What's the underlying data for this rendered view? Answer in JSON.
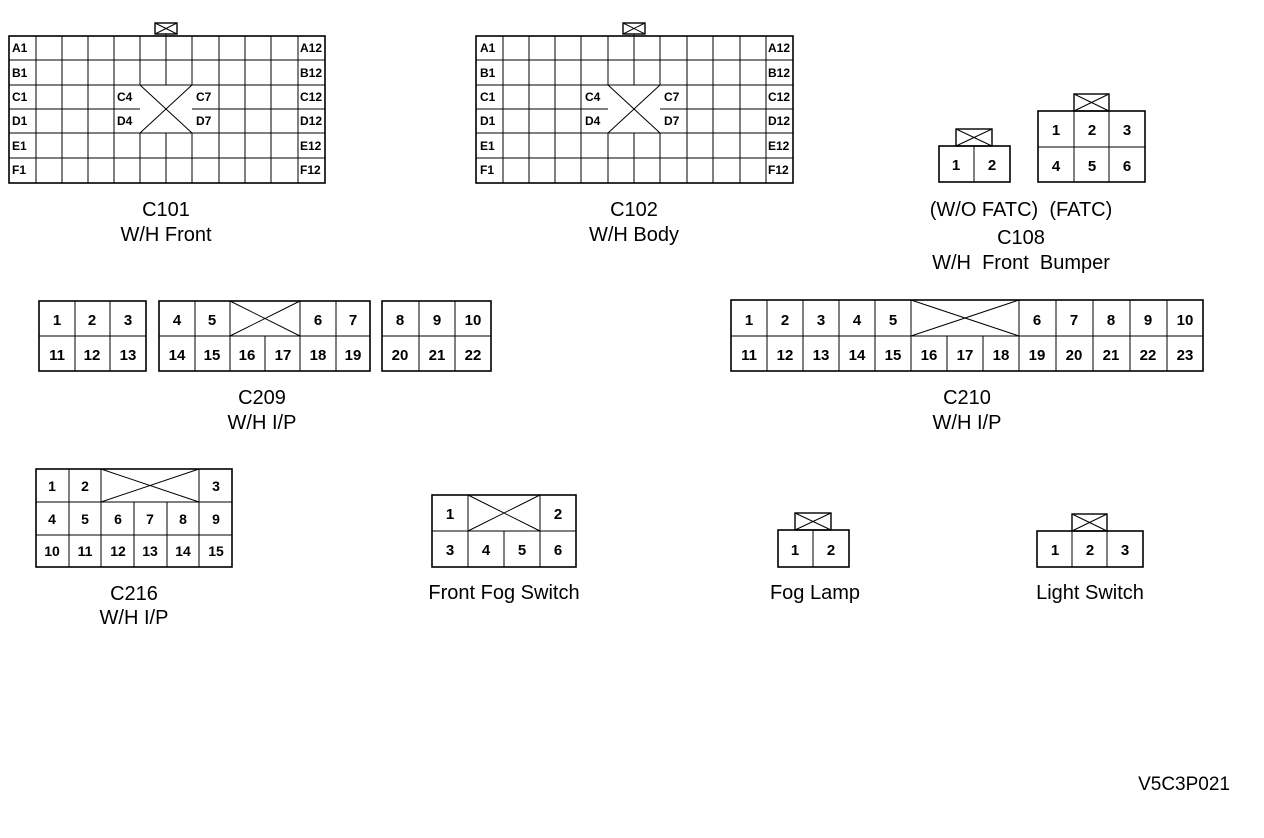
{
  "c101": {
    "name": "C101",
    "desc": "W/H Front",
    "a1": "A1",
    "b1": "B1",
    "c1": "C1",
    "d1": "D1",
    "e1": "E1",
    "f1": "F1",
    "a12": "A12",
    "b12": "B12",
    "c12": "C12",
    "d12": "D12",
    "e12": "E12",
    "f12": "F12",
    "c4": "C4",
    "d4": "D4",
    "c7": "C7",
    "d7": "D7"
  },
  "c102": {
    "name": "C102",
    "desc": "W/H Body",
    "a1": "A1",
    "b1": "B1",
    "c1": "C1",
    "d1": "D1",
    "e1": "E1",
    "f1": "F1",
    "a12": "A12",
    "b12": "B12",
    "c12": "C12",
    "d12": "D12",
    "e12": "E12",
    "f12": "F12",
    "c4": "C4",
    "d4": "D4",
    "c7": "C7",
    "d7": "D7"
  },
  "c108": {
    "name": "C108",
    "variants": "(W/O FATC)  (FATC)",
    "desc": "W/H  Front  Bumper",
    "small_pins": [
      "1",
      "2"
    ],
    "large_pins": [
      "1",
      "2",
      "3",
      "4",
      "5",
      "6"
    ]
  },
  "c209": {
    "name": "C209",
    "desc": "W/H I/P",
    "pins": [
      "1",
      "2",
      "3",
      "4",
      "5",
      "6",
      "7",
      "8",
      "9",
      "10",
      "11",
      "12",
      "13",
      "14",
      "15",
      "16",
      "17",
      "18",
      "19",
      "20",
      "21",
      "22"
    ]
  },
  "c210": {
    "name": "C210",
    "desc": "W/H I/P",
    "pins": [
      "1",
      "2",
      "3",
      "4",
      "5",
      "6",
      "7",
      "8",
      "9",
      "10",
      "11",
      "12",
      "13",
      "14",
      "15",
      "16",
      "17",
      "18",
      "19",
      "20",
      "21",
      "22",
      "23"
    ]
  },
  "c216": {
    "name": "C216",
    "desc": "W/H I/P",
    "pins": [
      "1",
      "2",
      "3",
      "4",
      "5",
      "6",
      "7",
      "8",
      "9",
      "10",
      "11",
      "12",
      "13",
      "14",
      "15"
    ]
  },
  "front_fog_switch": {
    "label": "Front Fog Switch",
    "pins": [
      "1",
      "2",
      "3",
      "4",
      "5",
      "6"
    ]
  },
  "fog_lamp": {
    "label": "Fog Lamp",
    "pins": [
      "1",
      "2"
    ]
  },
  "light_switch": {
    "label": "Light Switch",
    "pins": [
      "1",
      "2",
      "3"
    ]
  },
  "figure_code": "V5C3P021"
}
